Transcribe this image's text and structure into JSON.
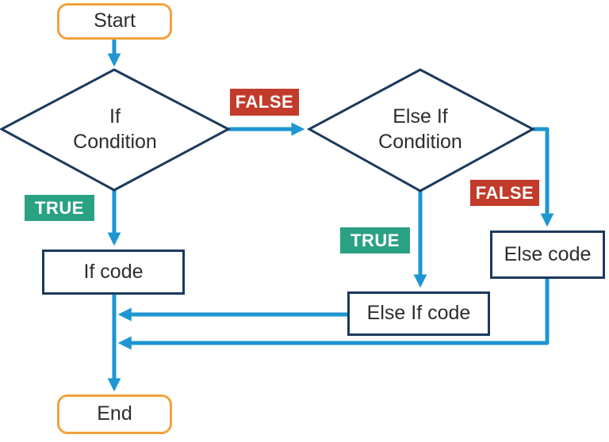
{
  "diagram": {
    "type": "flowchart",
    "nodes": {
      "start": {
        "label": "Start",
        "shape": "terminal"
      },
      "if_condition": {
        "label": "If\nCondition",
        "shape": "decision"
      },
      "else_if_condition": {
        "label": "Else If\nCondition",
        "shape": "decision"
      },
      "if_code": {
        "label": "If code",
        "shape": "process"
      },
      "else_if_code": {
        "label": "Else If code",
        "shape": "process"
      },
      "else_code": {
        "label": "Else code",
        "shape": "process"
      },
      "end": {
        "label": "End",
        "shape": "terminal"
      }
    },
    "badges": {
      "false_top": {
        "label": "FALSE",
        "kind": "false"
      },
      "true_left": {
        "label": "TRUE",
        "kind": "true"
      },
      "true_middle": {
        "label": "TRUE",
        "kind": "true"
      },
      "false_right": {
        "label": "FALSE",
        "kind": "false"
      }
    },
    "edges": [
      {
        "from": "start",
        "to": "if_condition"
      },
      {
        "from": "if_condition",
        "to": "else_if_condition",
        "label": "FALSE"
      },
      {
        "from": "if_condition",
        "to": "if_code",
        "label": "TRUE"
      },
      {
        "from": "else_if_condition",
        "to": "else_if_code",
        "label": "TRUE"
      },
      {
        "from": "else_if_condition",
        "to": "else_code",
        "label": "FALSE"
      },
      {
        "from": "else_if_code",
        "to": "end_line"
      },
      {
        "from": "else_code",
        "to": "end_line"
      },
      {
        "from": "if_code",
        "to": "end"
      }
    ],
    "colors": {
      "arrow": "#1e96d2",
      "shape_border": "#1b3a5c",
      "terminal_border": "#f0a23c",
      "badge_true": "#2ba184",
      "badge_false": "#c23b2b",
      "text": "#2d2d2d",
      "background": "#ffffff"
    }
  }
}
